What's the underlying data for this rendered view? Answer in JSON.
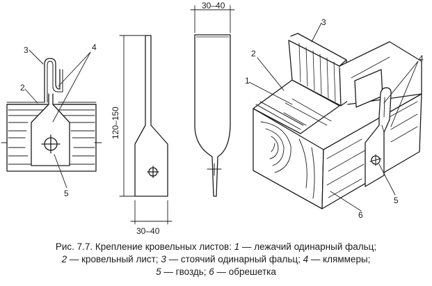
{
  "figure": {
    "left_view": {
      "labels": [
        "3",
        "4",
        "2",
        "5"
      ]
    },
    "klammer_flat": {
      "height_dim": "120–150",
      "width_dim": "30–40"
    },
    "klammer_side": {
      "width_dim": "30–40"
    },
    "iso_view": {
      "labels": [
        "3",
        "2",
        "1",
        "4",
        "5",
        "6"
      ]
    }
  },
  "caption": {
    "line1_prefix": "Рис. 7.7. Крепление кровельных листов: ",
    "n1": "1",
    "t1": " — лежачий одинарный фальц;",
    "n2": "2",
    "t2": " — кровельный лист; ",
    "n3": "3",
    "t3": " — стоячий одинарный фальц; ",
    "n4": "4",
    "t4": " — кляммеры;",
    "n5": "5",
    "t5": " — гвоздь; ",
    "n6": "6",
    "t6": " — обрешетка"
  }
}
